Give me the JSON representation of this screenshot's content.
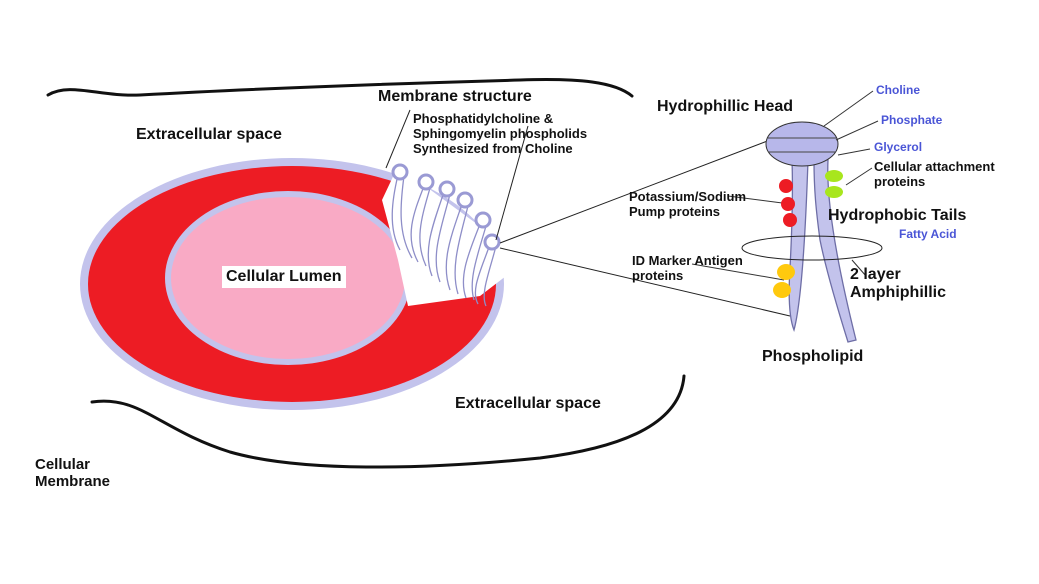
{
  "title": "Membrane structure",
  "membrane_note": [
    "Phosphatidylcholine &",
    "Sphingomyelin phospholids",
    "Synthesized from Choline"
  ],
  "regions": {
    "extracellular_top": "Extracellular space",
    "extracellular_bottom": "Extracellular space",
    "lumen": "Cellular Lumen",
    "cell_membrane": [
      "Cellular",
      "Membrane"
    ]
  },
  "phospholipid": {
    "head": "Hydrophillic Head",
    "tails": "Hydrophobic Tails",
    "name": "Phospholipid",
    "choline": "Choline",
    "phosphate": "Phosphate",
    "glycerol": "Glycerol",
    "fatty_acid": "Fatty Acid",
    "amphiphilic": [
      "2 layer",
      "Amphiphillic"
    ]
  },
  "proteins": {
    "attachment": [
      "Cellular attachment",
      "proteins"
    ],
    "pump": [
      "Potassium/Sodium",
      "Pump proteins"
    ],
    "marker": [
      "ID Marker Antigen",
      "proteins"
    ]
  },
  "colors": {
    "red_ring": "#ed1c24",
    "lumen": "#f9aac5",
    "membrane": "#c3c3ec",
    "head": "#b7b7ea",
    "pump_protein": "#ed1c24",
    "attachment_protein": "#a8e61d",
    "marker_protein": "#ffc90e",
    "blue_text": "#4a55d6"
  }
}
